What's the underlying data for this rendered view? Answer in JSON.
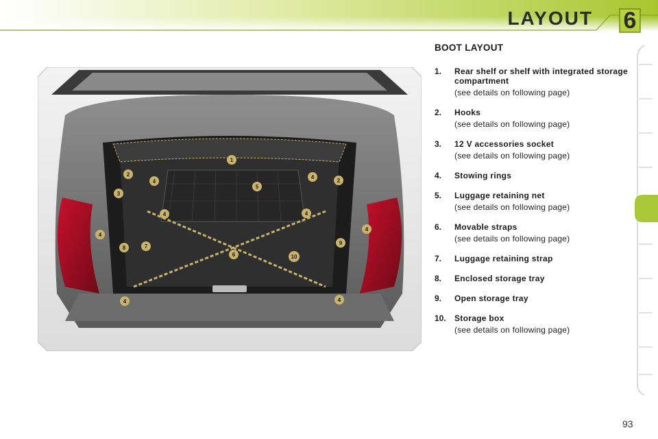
{
  "header": {
    "title": "LAYOUT",
    "chapter_number": "6"
  },
  "section": {
    "title": "BOOT LAYOUT"
  },
  "items": [
    {
      "num": "1.",
      "label": "Rear shelf or shelf with integrated storage compartment",
      "detail": "(see details on following page)"
    },
    {
      "num": "2.",
      "label": "Hooks",
      "detail": "(see details on following page)"
    },
    {
      "num": "3.",
      "label": "12 V accessories socket",
      "detail": "(see details on following page)"
    },
    {
      "num": "4.",
      "label": "Stowing rings",
      "detail": ""
    },
    {
      "num": "5.",
      "label": "Luggage retaining net",
      "detail": "(see details on following page)"
    },
    {
      "num": "6.",
      "label": "Movable straps",
      "detail": "(see details on following page)"
    },
    {
      "num": "7.",
      "label": "Luggage retaining strap",
      "detail": ""
    },
    {
      "num": "8.",
      "label": "Enclosed storage tray",
      "detail": ""
    },
    {
      "num": "9.",
      "label": "Open storage tray",
      "detail": ""
    },
    {
      "num": "10.",
      "label": "Storage box",
      "detail": "(see details on following page)"
    }
  ],
  "figure": {
    "markers": [
      "1",
      "2",
      "2",
      "3",
      "4",
      "4",
      "4",
      "4",
      "4",
      "4",
      "4",
      "4",
      "5",
      "6",
      "7",
      "8",
      "9",
      "10"
    ]
  },
  "page_number": "93",
  "colors": {
    "header_green": "#b7cf3a",
    "active_tab": "#a8c83a",
    "marker": "#c9b46a"
  }
}
